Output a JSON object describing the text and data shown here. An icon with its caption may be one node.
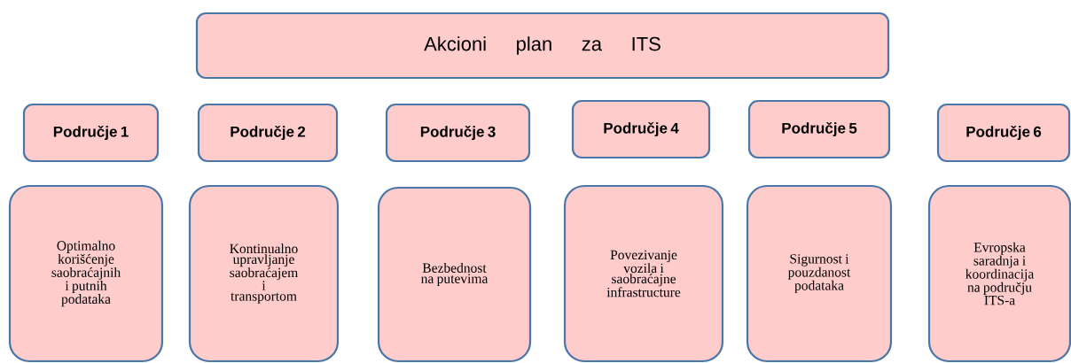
{
  "diagram": {
    "nodes": [
      {
        "text": [
          "Akcioni plan za ITS"
        ]
      },
      {
        "text": [
          "Područje 1"
        ]
      },
      {
        "text": [
          "Područje 2"
        ]
      },
      {
        "text": [
          "Područje 3"
        ]
      },
      {
        "text": [
          "Područje 4"
        ]
      },
      {
        "text": [
          "Područje 5"
        ]
      },
      {
        "text": [
          "Područje 6"
        ]
      },
      {
        "text": [
          "Optimalno korišćenje saobraćajnih i putnih podataka"
        ]
      },
      {
        "text": [
          "Kontinualno upravljanje saobraćajem i transportom"
        ]
      },
      {
        "text": [
          "Bezbednost na putevima"
        ]
      },
      {
        "text": [
          "Povezivanje vozila i saobraćajne infrastructure"
        ]
      },
      {
        "text": [
          "Sigurnost i pouzdanost podataka"
        ]
      },
      {
        "text": [
          "Evropska saradnja i koordinacija na području ITS-a"
        ]
      }
    ]
  }
}
